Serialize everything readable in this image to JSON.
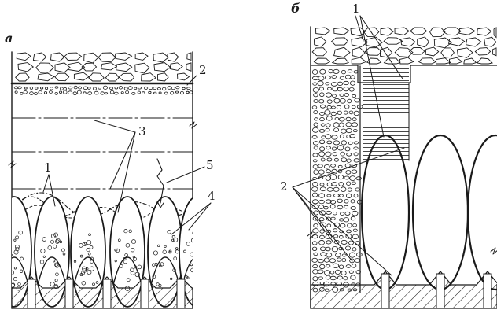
{
  "figure": {
    "panel_a": {
      "letter": "а",
      "labels": {
        "l1": "1",
        "l2": "2",
        "l3": "3",
        "l4": "4",
        "l5": "5"
      }
    },
    "panel_b": {
      "letter": "б",
      "labels": {
        "l1": "1",
        "l2": "2"
      }
    },
    "colors": {
      "ink": "#1a1a1a",
      "paper": "#ffffff"
    }
  }
}
